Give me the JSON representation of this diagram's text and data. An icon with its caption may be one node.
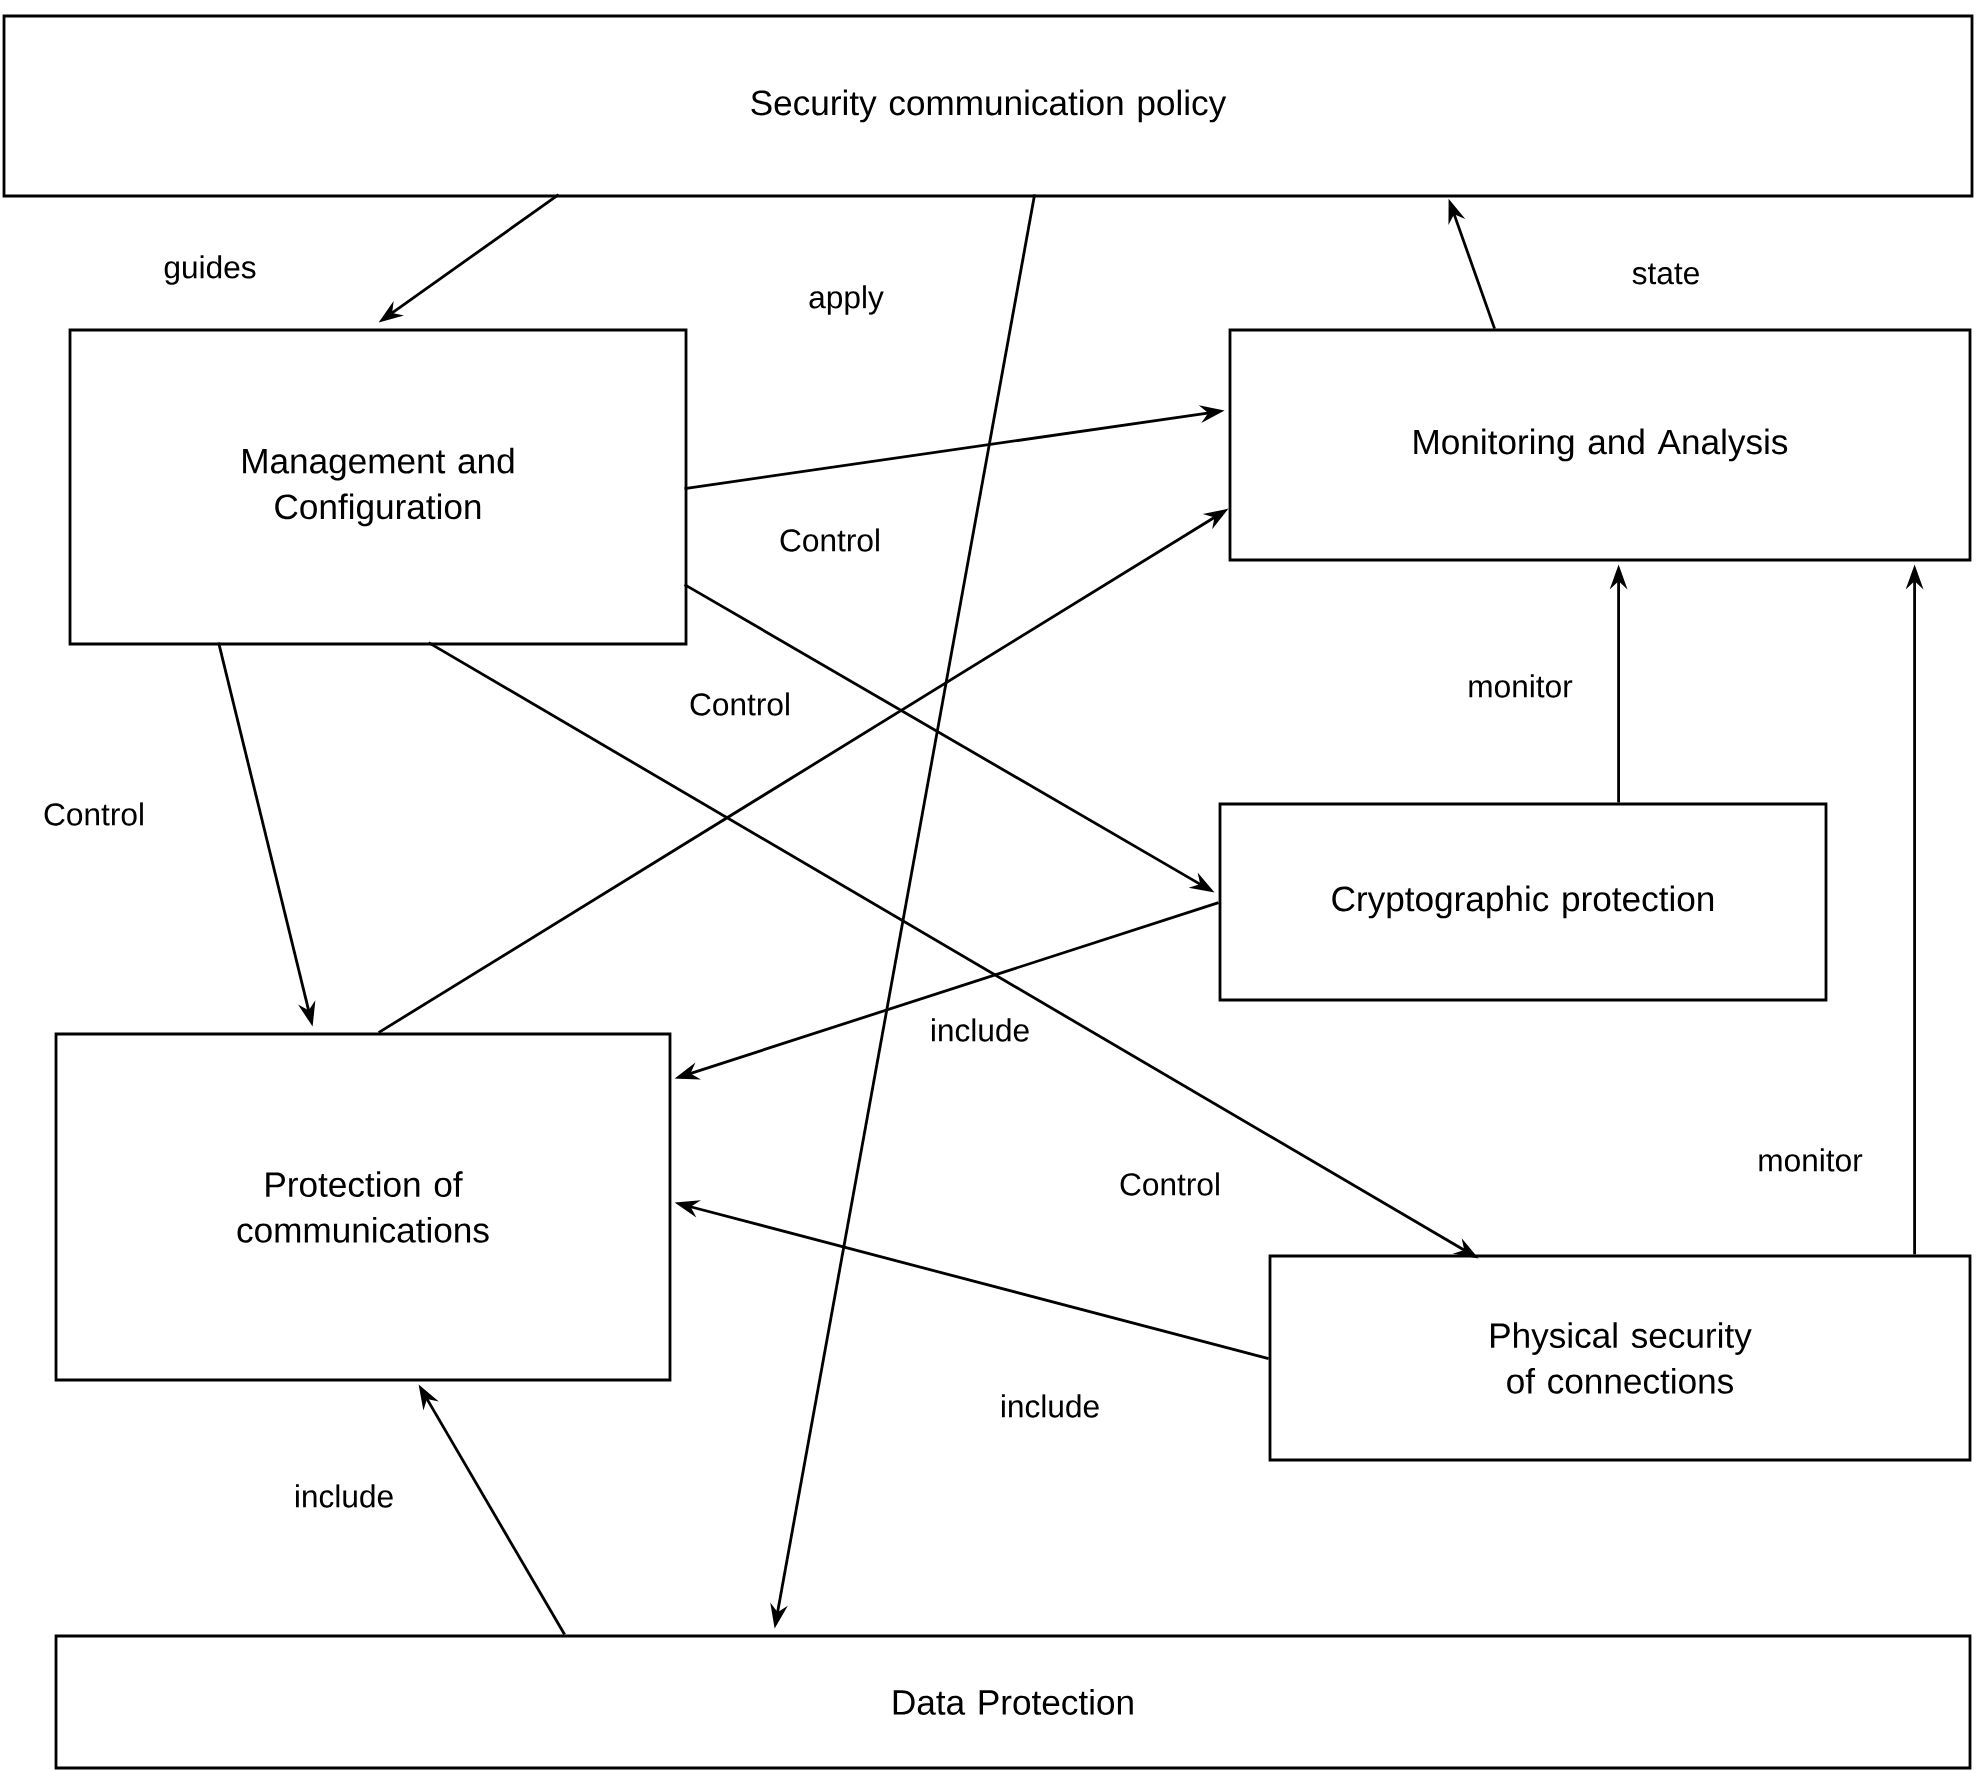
{
  "diagram": {
    "nodes": [
      {
        "text": [
          "Security communication policy"
        ]
      },
      {
        "text": [
          "Management and Configuration"
        ]
      },
      {
        "text": [
          "Monitoring and Analysis"
        ]
      },
      {
        "text": [
          "Cryptographic protection"
        ]
      },
      {
        "text": [
          "Protection of communications"
        ]
      },
      {
        "text": [
          "Physical security of connections"
        ]
      },
      {
        "text": [
          "Data Protection"
        ]
      }
    ],
    "edges": [
      {
        "from": 0,
        "to": 1,
        "arrow": "to",
        "label": "guides"
      },
      {
        "from": 0,
        "to": 6,
        "arrow": "to",
        "label": "apply"
      },
      {
        "from": 2,
        "to": 0,
        "arrow": "to",
        "label": "state"
      },
      {
        "from": 1,
        "to": 2,
        "arrow": "to",
        "label": "Control"
      },
      {
        "from": 1,
        "to": 3,
        "arrow": "to",
        "label": "Control"
      },
      {
        "from": 1,
        "to": 4,
        "arrow": "to",
        "label": "Control"
      },
      {
        "from": 1,
        "to": 5,
        "arrow": "to",
        "label": "Control"
      },
      {
        "from": 4,
        "to": 2,
        "arrow": "to"
      },
      {
        "from": 3,
        "to": 2,
        "arrow": "to",
        "label": "monitor"
      },
      {
        "from": 3,
        "to": 4,
        "arrow": "to",
        "label": "include"
      },
      {
        "from": 5,
        "to": 4,
        "arrow": "to",
        "label": "include"
      },
      {
        "from": 5,
        "to": 2,
        "arrow": "to",
        "label": "monitor"
      },
      {
        "from": 6,
        "to": 4,
        "arrow": "to",
        "label": "include"
      }
    ]
  }
}
